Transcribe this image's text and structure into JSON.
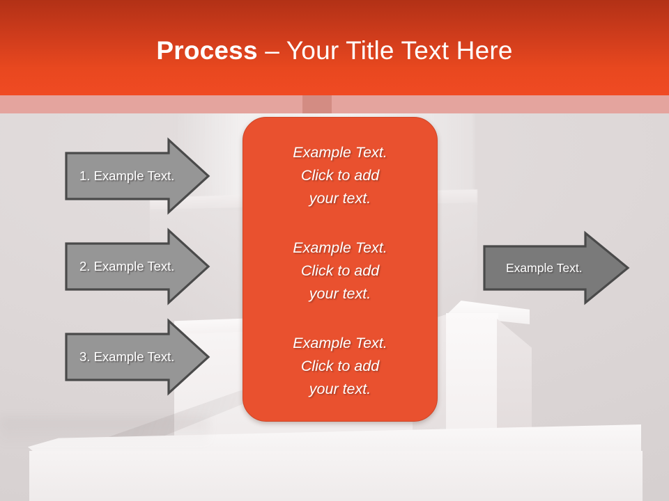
{
  "header": {
    "title_bold": "Process",
    "title_rest": " – Your Title Text Here",
    "background_color": "#e8481f",
    "band_color": "#e4a49e"
  },
  "theme": {
    "accent_color": "#e9512f",
    "accent_border_color": "#cf4526",
    "arrow_fill_left": "#969696",
    "arrow_fill_right": "#7a7a7a",
    "arrow_outline": "#4a4a4a",
    "background_color": "#ded8d8"
  },
  "left_arrows": [
    {
      "label": "1. Example Text."
    },
    {
      "label": "2. Example Text."
    },
    {
      "label": "3. Example Text."
    }
  ],
  "right_arrow": {
    "label": "Example Text."
  },
  "center_panel": {
    "blocks": [
      {
        "text": "Example Text.\nClick  to add\nyour text."
      },
      {
        "text": "Example Text.\nClick  to add\nyour text."
      },
      {
        "text": "Example Text.\nClick  to add\nyour text."
      }
    ]
  }
}
